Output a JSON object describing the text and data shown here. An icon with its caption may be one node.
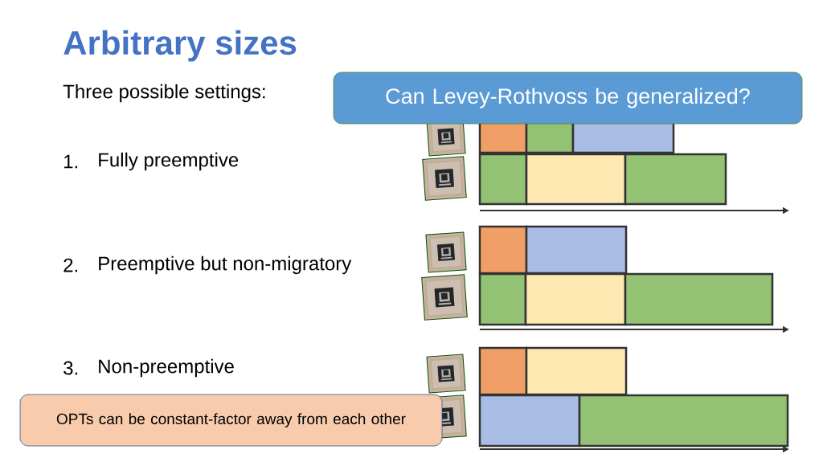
{
  "diagram": {
    "title": "Arbitrary sizes",
    "nodes": [
      {
        "text": [
          "Can Levey-Rothvoss be generalized?"
        ]
      },
      {
        "text": [
          "OPTs can be constant-factor away from each other"
        ]
      }
    ],
    "labels": [
      "Three possible settings:",
      "1.",
      "Fully preemptive",
      "2.",
      "Preemptive but non-migratory",
      "3.",
      "Non-preemptive"
    ]
  }
}
